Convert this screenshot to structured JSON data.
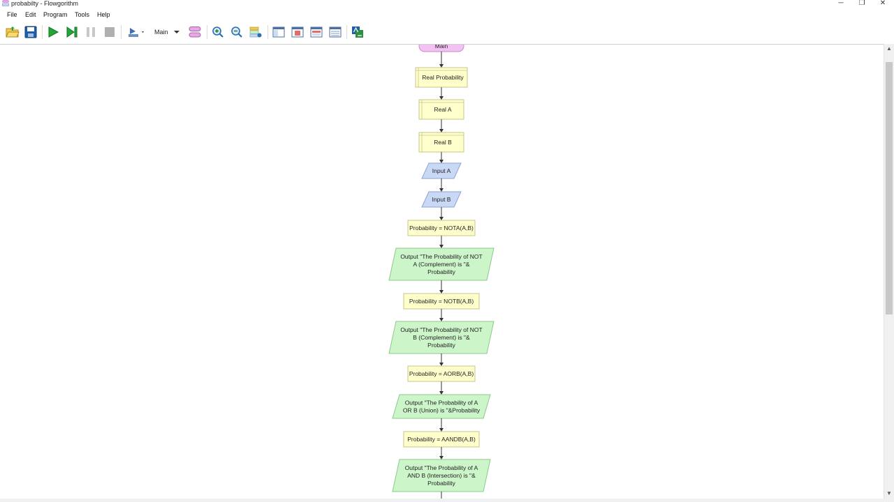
{
  "window": {
    "title": "probabilty - Flowgorithm",
    "minimize_glyph": "─",
    "restore_glyph": "❐",
    "close_glyph": "✕"
  },
  "menu": [
    "File",
    "Edit",
    "Program",
    "Tools",
    "Help"
  ],
  "toolbar": {
    "function_selector": "Main",
    "icons": [
      "open-folder-icon",
      "save-icon",
      "run-icon",
      "step-icon",
      "pause-icon",
      "stop-icon",
      "speed-icon",
      "function-selector",
      "variable-watch-icon",
      "zoom-in-icon",
      "zoom-out-icon",
      "layout-icon",
      "console-window-icon",
      "variable-window-icon",
      "source-code-icon",
      "chart-window-icon",
      "translate-icon"
    ]
  },
  "colors": {
    "declare_fill": "#ffffcc",
    "declare_stroke": "#c8c48a",
    "input_fill": "#c9d9f5",
    "input_stroke": "#8aa2d6",
    "output_fill": "#ccf5c9",
    "output_stroke": "#8cc98a",
    "assign_fill": "#ffffcc",
    "terminal_fill": "#f2c2f2",
    "terminal_stroke": "#c68ac6",
    "arrow": "#333333"
  },
  "flowchart": {
    "start": "Main",
    "nodes": [
      {
        "type": "declare",
        "lines": [
          "Real Probability"
        ]
      },
      {
        "type": "declare",
        "lines": [
          "Real A"
        ]
      },
      {
        "type": "declare",
        "lines": [
          "Real B"
        ]
      },
      {
        "type": "input",
        "lines": [
          "Input A"
        ]
      },
      {
        "type": "input",
        "lines": [
          "Input B"
        ]
      },
      {
        "type": "assign",
        "lines": [
          "Probability = NOTA(A,B)"
        ]
      },
      {
        "type": "output",
        "lines": [
          "Output \"The Probability of NOT",
          "A (Complement) is \"&",
          "Probability"
        ]
      },
      {
        "type": "assign",
        "lines": [
          "Probability = NOTB(A,B)"
        ]
      },
      {
        "type": "output",
        "lines": [
          "Output \"The Probability of NOT",
          "B (Complement) is \"&",
          "Probability"
        ]
      },
      {
        "type": "assign",
        "lines": [
          "Probability = AORB(A,B)"
        ]
      },
      {
        "type": "output",
        "lines": [
          "Output \"The Probability of A",
          "OR B (Union) is \"&Probability"
        ]
      },
      {
        "type": "assign",
        "lines": [
          "Probability = AANDB(A,B)"
        ]
      },
      {
        "type": "output",
        "lines": [
          "Output \"The Probability of A",
          "AND B (Intersection) is \"&",
          "Probability"
        ]
      }
    ]
  }
}
